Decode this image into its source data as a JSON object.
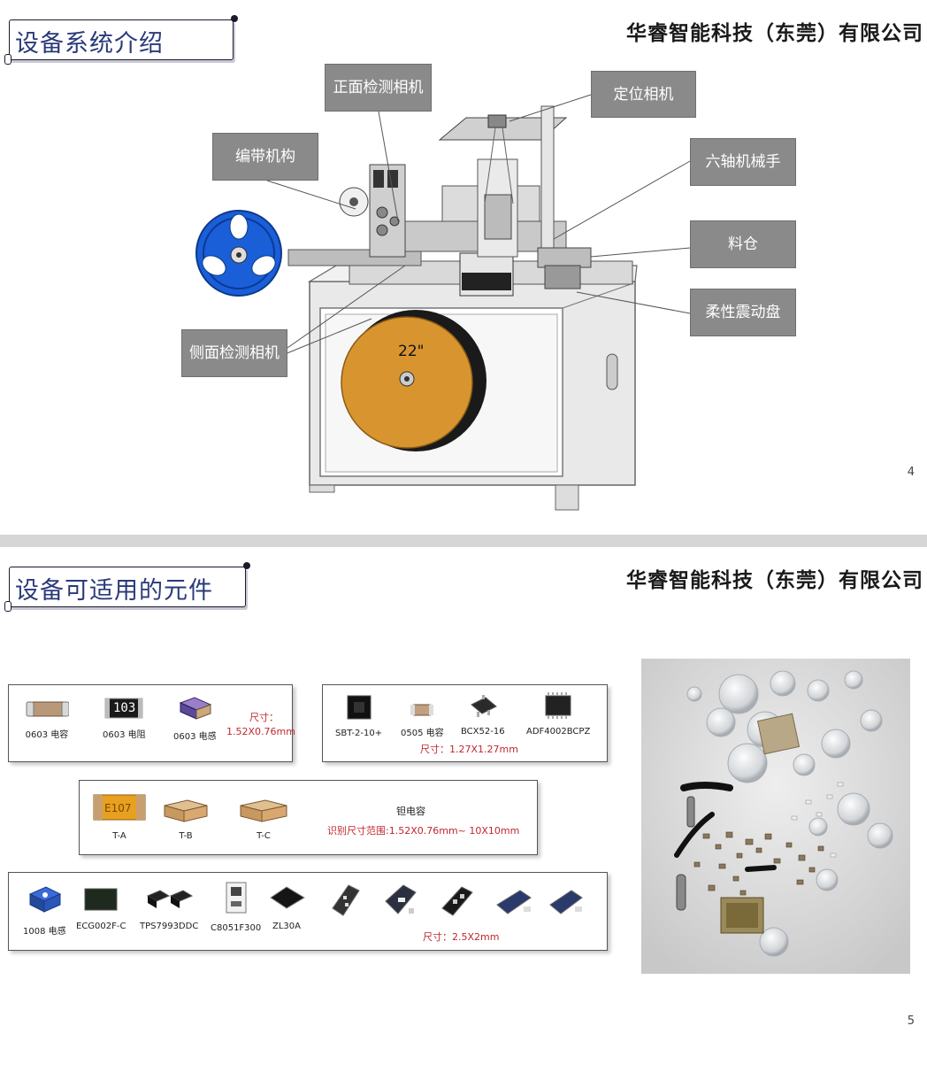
{
  "slide1": {
    "title": "设备系统介绍",
    "company": "华睿智能科技（东莞）有限公司",
    "page_number": "4",
    "reel_label": "22\"",
    "callouts": {
      "front_camera": "正面检测相机",
      "positioning_camera": "定位相机",
      "taping": "编带机构",
      "robot_arm": "六轴机械手",
      "hopper": "料仓",
      "vibrating_plate": "柔性震动盘",
      "side_camera": "侧面检测相机"
    }
  },
  "slide2": {
    "title": "设备可适用的元件",
    "company": "华睿智能科技（东莞）有限公司",
    "page_number": "5",
    "panel1": {
      "items": [
        "0603 电容",
        "0603 电阻",
        "0603 电感"
      ],
      "resistor_marking": "103",
      "size_label": "尺寸：",
      "size_value": "1.52X0.76mm"
    },
    "panel2": {
      "items": [
        "SBT-2-10+",
        "0505 电容",
        "BCX52-16",
        "ADF4002BCPZ"
      ],
      "size": "尺寸：1.27X1.27mm"
    },
    "panel3": {
      "items": [
        "T-A",
        "T-B",
        "T-C"
      ],
      "tantalum_marking": "E107",
      "type_label": "钽电容",
      "range": "识别尺寸范围:1.52X0.76mm~ 10X10mm"
    },
    "panel4": {
      "items": [
        "1008 电感",
        "ECG002F-C",
        "TPS7993DDC",
        "C8051F300",
        "ZL30A"
      ],
      "size": "尺寸：2.5X2mm"
    }
  }
}
